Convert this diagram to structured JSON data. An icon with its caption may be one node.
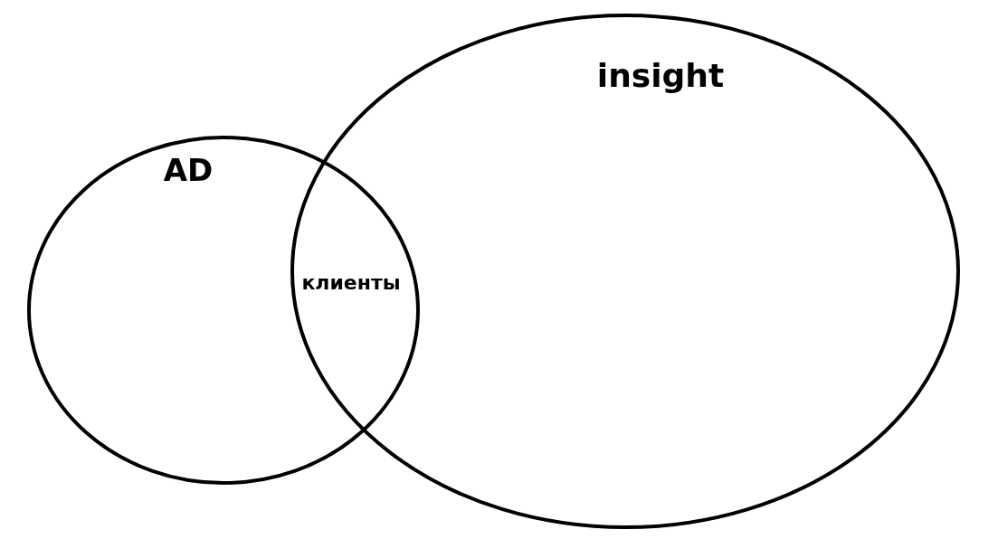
{
  "diagram": {
    "nodes": [
      {
        "text": [
          "AD"
        ]
      },
      {
        "text": [
          "insight"
        ]
      }
    ],
    "labels": [
      "клиенты"
    ]
  }
}
